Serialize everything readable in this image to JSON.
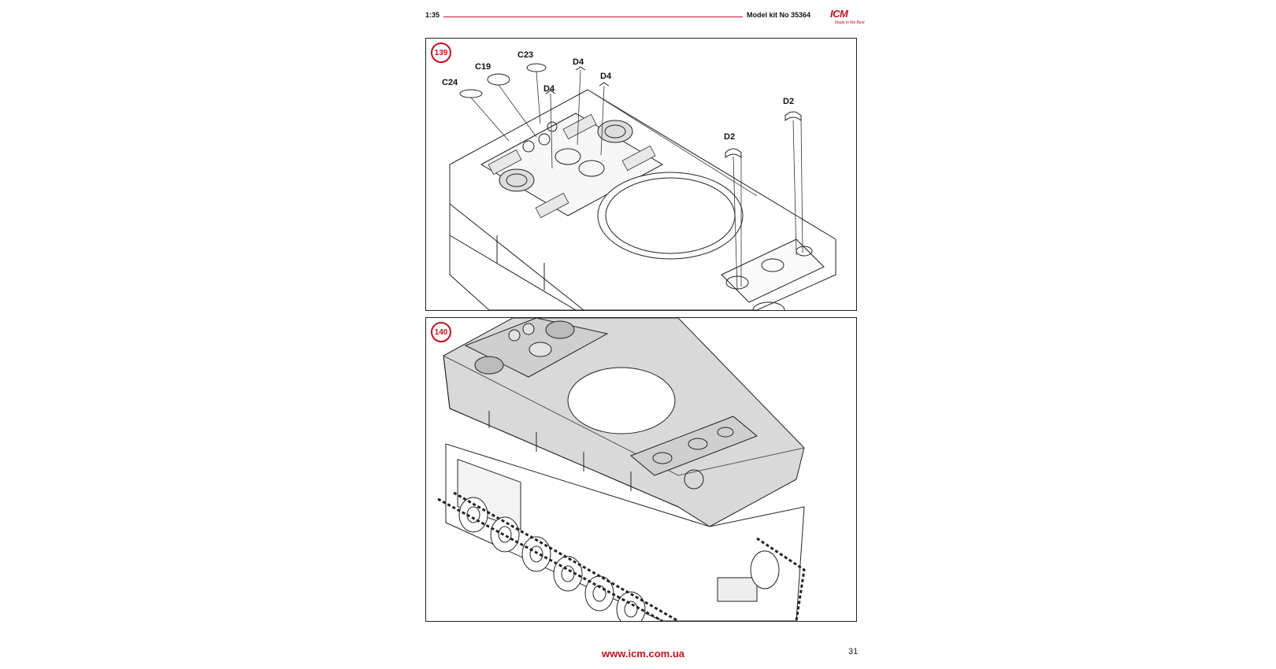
{
  "header": {
    "scale": "1:35",
    "kit": "Model kit No 35364",
    "logo": "ICM",
    "logo_tagline": "Made in the Best"
  },
  "steps": [
    {
      "number": "139",
      "parts": [
        "C23",
        "C19",
        "C24",
        "D4",
        "D4",
        "D4",
        "D2",
        "D2"
      ]
    },
    {
      "number": "140"
    }
  ],
  "footer": {
    "url": "www.icm.com.ua",
    "page": "31"
  },
  "colors": {
    "accent": "#c1121f",
    "line": "#222222",
    "hull_fill": "#d9d9d9"
  }
}
